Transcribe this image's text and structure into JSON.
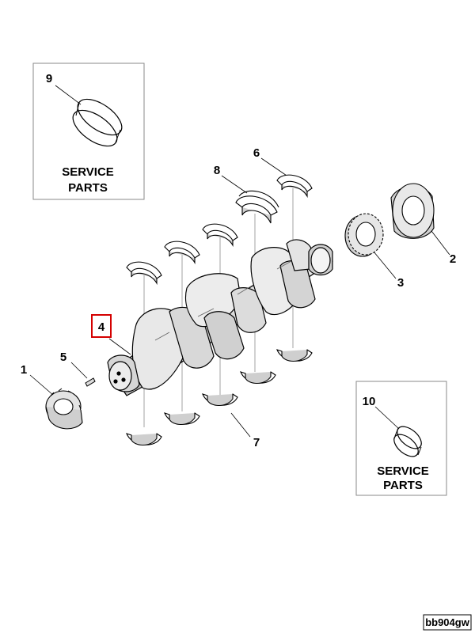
{
  "callouts": {
    "c1": "1",
    "c2": "2",
    "c3": "3",
    "c4": "4",
    "c5": "5",
    "c6": "6",
    "c7": "7",
    "c8": "8",
    "c9": "9",
    "c10": "10"
  },
  "service_box_top": {
    "line1": "SERVICE",
    "line2": "PARTS"
  },
  "service_box_bottom": {
    "line1": "SERVICE",
    "line2": "PARTS"
  },
  "reference_code": "bb904gw",
  "colors": {
    "line": "#000000",
    "highlight": "#d40000",
    "shade": "#cfcfcf",
    "dark_shade": "#9a9a9a"
  }
}
